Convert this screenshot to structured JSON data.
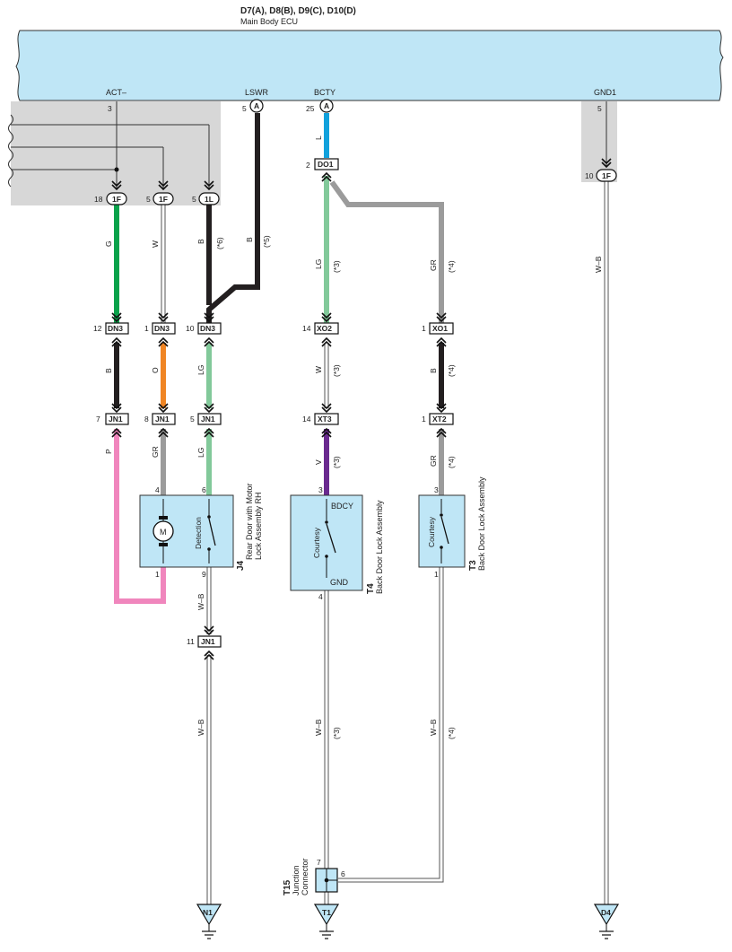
{
  "header": {
    "ecu_ids": "D7(A), D8(B), D9(C), D10(D)",
    "ecu_name": "Main Body ECU"
  },
  "ecu_terminals": {
    "act": "ACT–",
    "lswr": "LSWR",
    "bcty": "BCTY",
    "gnd1": "GND1"
  },
  "pins": {
    "act_pin": "3",
    "lswr_pin": "5",
    "bcty_pin": "25",
    "gnd1_pin": "5",
    "jc_g_pin": "18",
    "jc_w_pin": "5",
    "jc_b_pin": "5",
    "jc_gnd_pin": "10",
    "do1_pin": "2",
    "dn3_g_pin": "12",
    "dn3_w_pin": "1",
    "dn3_b_pin": "10",
    "xo2_pin": "14",
    "xo1_pin": "1",
    "jn1_p_pin": "7",
    "jn1_o_pin": "8",
    "jn1_lg_pin": "5",
    "xt3_pin": "14",
    "xt2_pin": "1",
    "j4_pin4": "4",
    "j4_pin6": "6",
    "j4_pin1": "1",
    "j4_pin9": "9",
    "t4_pin3": "3",
    "t4_pin4": "4",
    "t3_pin3": "3",
    "t3_pin1": "1",
    "jn1_gnd_pin": "11",
    "t15_pin7": "7",
    "t15_pin6": "6"
  },
  "connectors": {
    "a": "A",
    "jc_1f": "1F",
    "jc_1l": "1L",
    "do1": "DO1",
    "dn3": "DN3",
    "xo2": "XO2",
    "xo1": "XO1",
    "jn1": "JN1",
    "xt3": "XT3",
    "xt2": "XT2"
  },
  "wire_colors": {
    "g": "G",
    "w": "W",
    "b": "B",
    "l": "L",
    "lg": "LG",
    "gr": "GR",
    "o": "O",
    "p": "P",
    "v": "V",
    "wb": "W–B"
  },
  "notes": {
    "n3": "(*3)",
    "n4": "(*4)",
    "n5": "(*5)",
    "n6": "(*6)"
  },
  "components": {
    "j4_id": "J4",
    "j4_name_1": "Rear Door with Motor",
    "j4_name_2": "Lock Assembly RH",
    "j4_motor": "M",
    "j4_switch": "Detection",
    "t4_id": "T4",
    "t4_name": "Back Door Lock Assembly",
    "t4_top": "BDCY",
    "t4_bottom": "GND",
    "t4_switch": "Courtesy",
    "t3_id": "T3",
    "t3_name": "Back Door Lock Assembly",
    "t3_switch": "Courtesy",
    "t15_id": "T15",
    "t15_name_1": "Junction",
    "t15_name_2": "Connector"
  },
  "grounds": {
    "n1": "N1",
    "t1": "T1",
    "d4": "D4"
  },
  "colors": {
    "ecu_fill": "#bfe6f6",
    "junction_fill": "#d7d7d7",
    "wire_black": "#231f20",
    "wire_green": "#0aa24b",
    "wire_light_green": "#82c99a",
    "wire_blue": "#11a1dc",
    "wire_gray": "#9b9b9b",
    "wire_orange": "#f08524",
    "wire_pink": "#f086bd",
    "wire_violet": "#6a2a8f"
  }
}
